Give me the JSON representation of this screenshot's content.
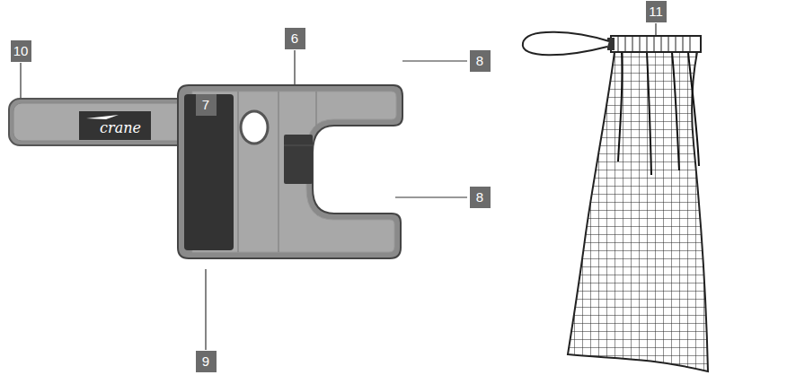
{
  "diagram": {
    "labels": [
      "10",
      "crane",
      "7",
      "6",
      "8",
      "8",
      "9",
      "11"
    ]
  }
}
